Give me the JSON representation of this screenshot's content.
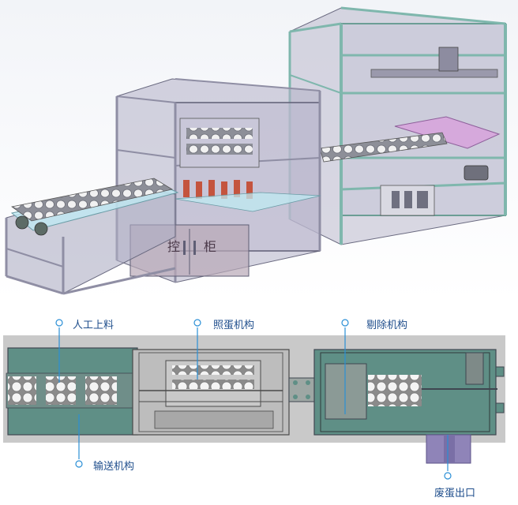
{
  "render3d": {
    "cabinet_chars": [
      "控",
      "柜"
    ]
  },
  "plan": {
    "callouts": {
      "manual_loading": "人工上料",
      "candling": "照蛋机构",
      "rejection": "剔除机构",
      "conveyor": "输送机构",
      "waste_outlet": "废蛋出口"
    }
  },
  "colors": {
    "background": "#ffffff",
    "frame_fill": "#a9a8bd",
    "frame_line": "#5f5e75",
    "teal_frame": "#7fb7ad",
    "glass_blue": "#bfe9f2",
    "plan_bg": "#c8c8c8",
    "plan_green": "#5f8f86",
    "plan_dark": "#3f4650",
    "outlet_purple": "#8f84b8",
    "callout_text": "#1f4e8c",
    "callout_dot": "#2a8fd6"
  }
}
